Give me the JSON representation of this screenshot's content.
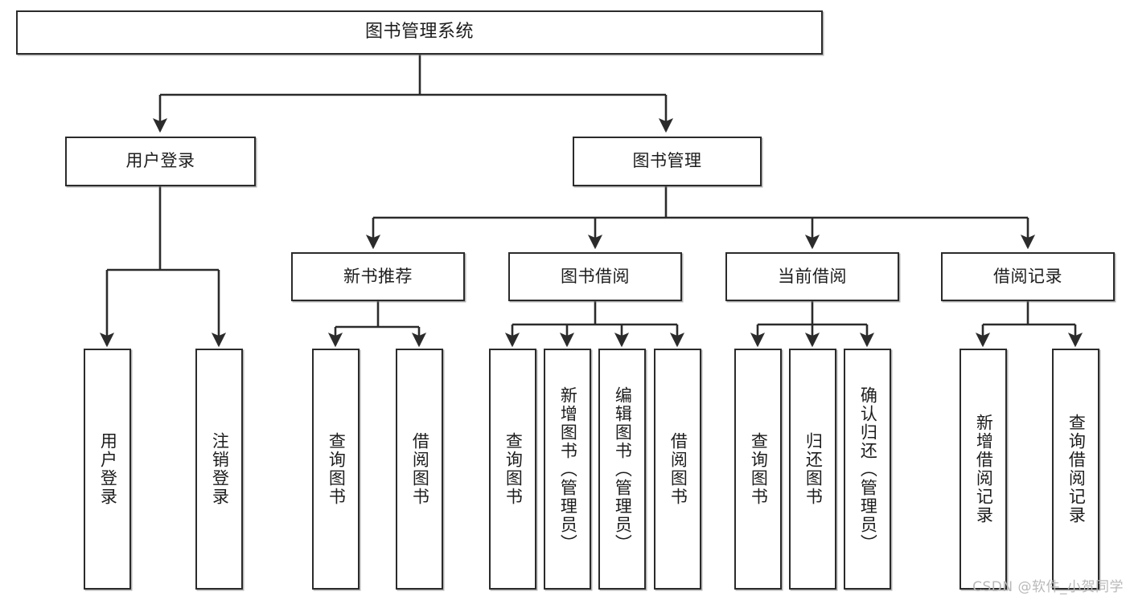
{
  "diagram": {
    "type": "tree",
    "title_node": {
      "id": "root",
      "label": "图书管理系统"
    },
    "level2": [
      {
        "id": "login",
        "label": "用户登录"
      },
      {
        "id": "bookmgmt",
        "label": "图书管理"
      }
    ],
    "level3": [
      {
        "id": "newbook",
        "label": "新书推荐",
        "parent": "bookmgmt"
      },
      {
        "id": "borrow",
        "label": "图书借阅",
        "parent": "bookmgmt"
      },
      {
        "id": "current",
        "label": "当前借阅",
        "parent": "bookmgmt"
      },
      {
        "id": "record",
        "label": "借阅记录",
        "parent": "bookmgmt"
      }
    ],
    "leaves": [
      {
        "id": "leaf-login-1",
        "label": "用户登录",
        "parent": "login"
      },
      {
        "id": "leaf-login-2",
        "label": "注销登录",
        "parent": "login"
      },
      {
        "id": "leaf-new-1",
        "label": "查询图书",
        "parent": "newbook"
      },
      {
        "id": "leaf-new-2",
        "label": "借阅图书",
        "parent": "newbook"
      },
      {
        "id": "leaf-borrow-1",
        "label": "查询图书",
        "parent": "borrow"
      },
      {
        "id": "leaf-borrow-2",
        "label": "新增图书（管理员）",
        "parent": "borrow"
      },
      {
        "id": "leaf-borrow-3",
        "label": "编辑图书（管理员）",
        "parent": "borrow"
      },
      {
        "id": "leaf-borrow-4",
        "label": "借阅图书",
        "parent": "borrow"
      },
      {
        "id": "leaf-cur-1",
        "label": "查询图书",
        "parent": "current"
      },
      {
        "id": "leaf-cur-2",
        "label": "归还图书",
        "parent": "current"
      },
      {
        "id": "leaf-cur-3",
        "label": "确认归还（管理员）",
        "parent": "current"
      },
      {
        "id": "leaf-rec-1",
        "label": "新增借阅记录",
        "parent": "record"
      },
      {
        "id": "leaf-rec-2",
        "label": "查询借阅记录",
        "parent": "record"
      }
    ],
    "colors": {
      "box_stroke": "#2b2b2b",
      "box_fill": "#ffffff",
      "line": "#2b2b2b",
      "text": "#1d1d1d",
      "watermark": "#b9b9b9"
    }
  },
  "watermark": {
    "text": "CSDN @软件_小贺同学"
  }
}
